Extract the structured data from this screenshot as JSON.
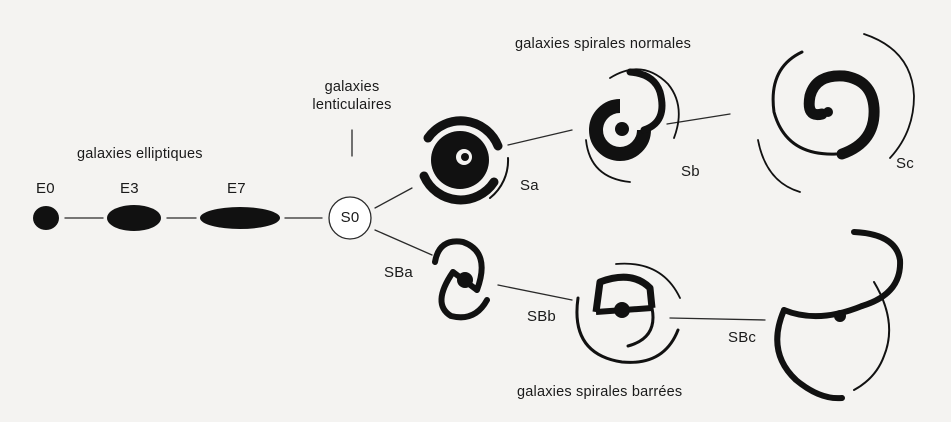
{
  "headings": {
    "elliptical": "galaxies elliptiques",
    "lenticular_line1": "galaxies",
    "lenticular_line2": "lenticulaires",
    "normal_spirals": "galaxies spirales normales",
    "barred_spirals": "galaxies spirales barrées"
  },
  "types": {
    "E0": "E0",
    "E3": "E3",
    "E7": "E7",
    "S0": "S0",
    "Sa": "Sa",
    "Sb": "Sb",
    "Sc": "Sc",
    "SBa": "SBa",
    "SBb": "SBb",
    "SBc": "SBc"
  },
  "colors": {
    "ink": "#111111",
    "paper": "#f4f3f1"
  }
}
